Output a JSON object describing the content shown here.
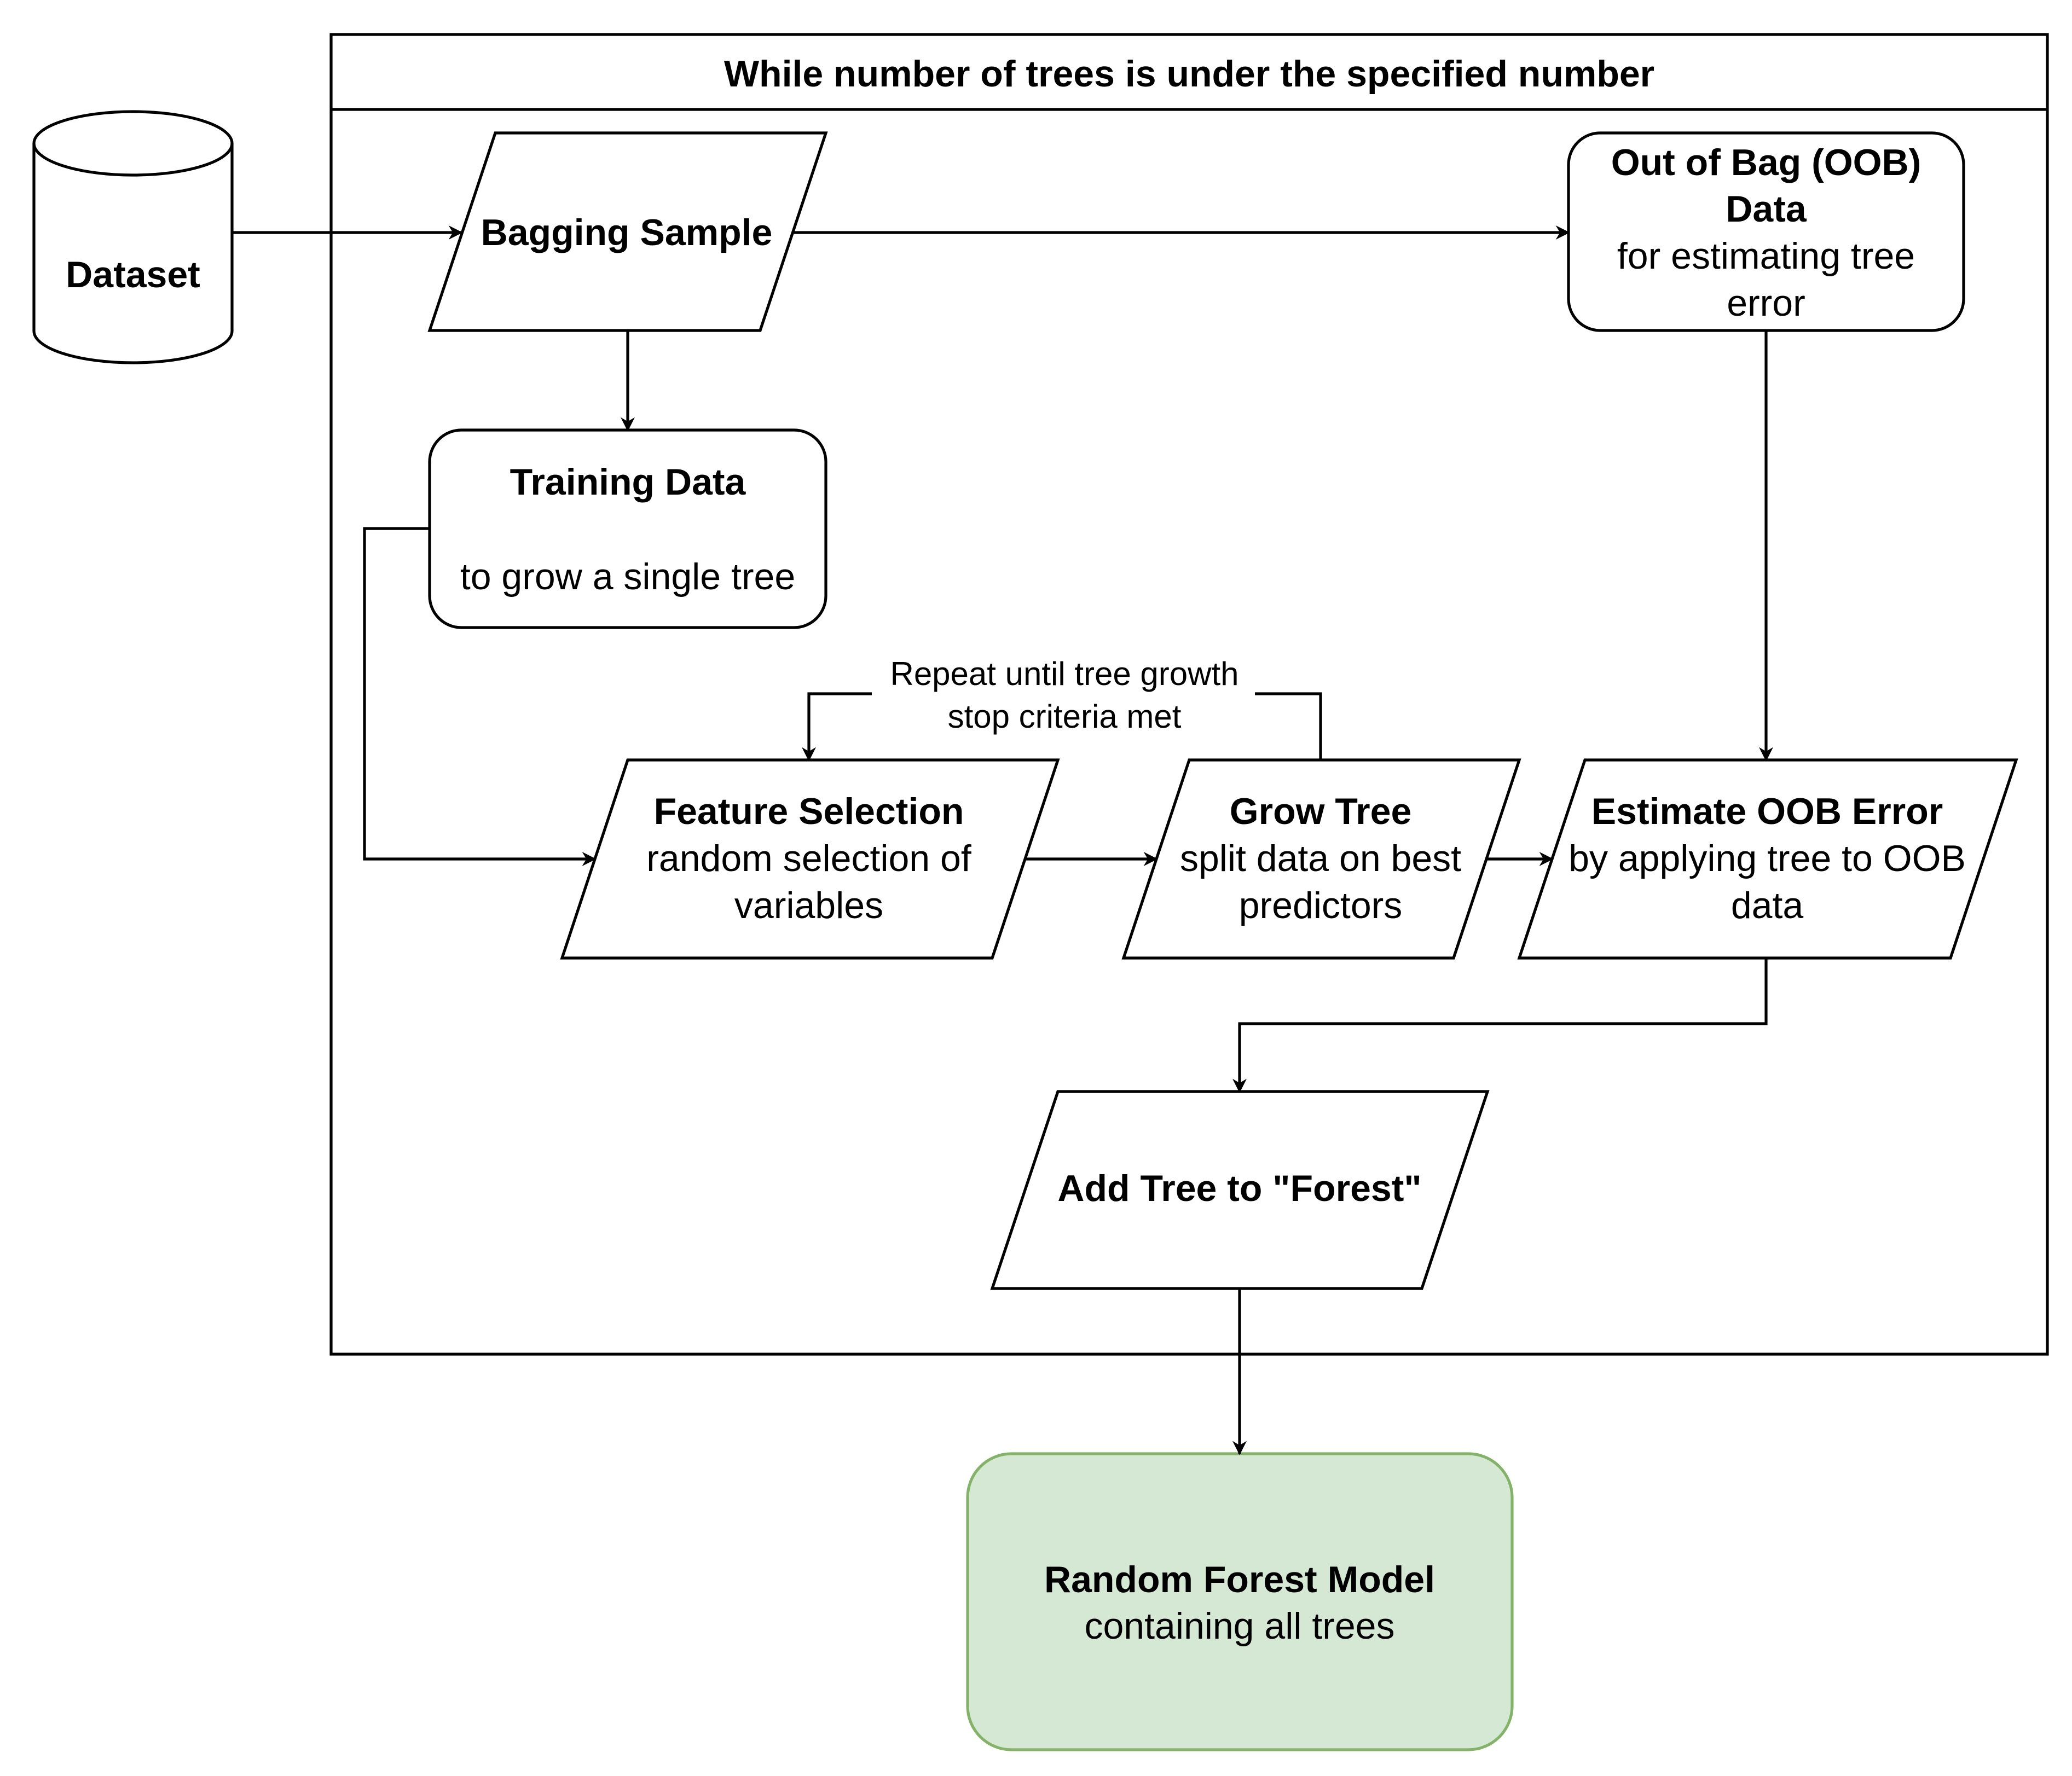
{
  "container": {
    "title": "While number of trees is under the specified number"
  },
  "nodes": {
    "dataset": {
      "title": "Dataset"
    },
    "bagging_sample": {
      "title": "Bagging Sample"
    },
    "oob_data": {
      "title_line1": "Out of Bag (OOB)",
      "title_line2": "Data",
      "desc_line1": "for estimating tree",
      "desc_line2": "error"
    },
    "training_data": {
      "title": "Training Data",
      "desc": "to grow a single tree"
    },
    "feature_selection": {
      "title": "Feature Selection",
      "desc_line1": "random selection of",
      "desc_line2": "variables"
    },
    "grow_tree": {
      "title": "Grow Tree",
      "desc_line1": "split data on best",
      "desc_line2": "predictors"
    },
    "estimate_oob": {
      "title": "Estimate OOB Error",
      "desc_line1": "by applying tree to OOB",
      "desc_line2": "data"
    },
    "add_tree": {
      "title": "Add Tree to \"Forest\""
    },
    "random_forest": {
      "title": "Random Forest Model",
      "desc": "containing all trees"
    }
  },
  "edges": {
    "repeat_label_line1": "Repeat until tree growth",
    "repeat_label_line2": "stop criteria met"
  },
  "colors": {
    "stroke": "#000000",
    "background": "#ffffff",
    "model_fill": "#d5e8d4",
    "model_stroke": "#82b366"
  }
}
